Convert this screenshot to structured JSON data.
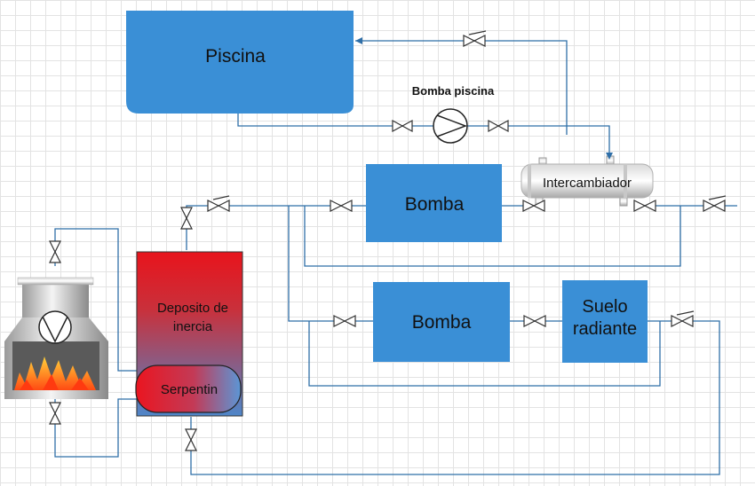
{
  "labels": {
    "pool": "Piscina",
    "pool_pump": "Bomba piscina",
    "exchanger": "Intercambiador",
    "pump_top": "Bomba",
    "pump_bottom": "Bomba",
    "floor_line1": "Suelo",
    "floor_line2": "radiante",
    "tank_line1": "Deposito de",
    "tank_line2": "inercia",
    "coil": "Serpentin"
  },
  "colors": {
    "box_blue": "#3a8fd6",
    "pipe": "#2f6fa8",
    "tank_red": "#e8141c",
    "coil_blue": "#5b96d6"
  },
  "icons": [
    "pump-icon",
    "valve-icon",
    "check-valve-icon",
    "boiler-icon",
    "flame-icon",
    "heat-exchanger-icon"
  ]
}
